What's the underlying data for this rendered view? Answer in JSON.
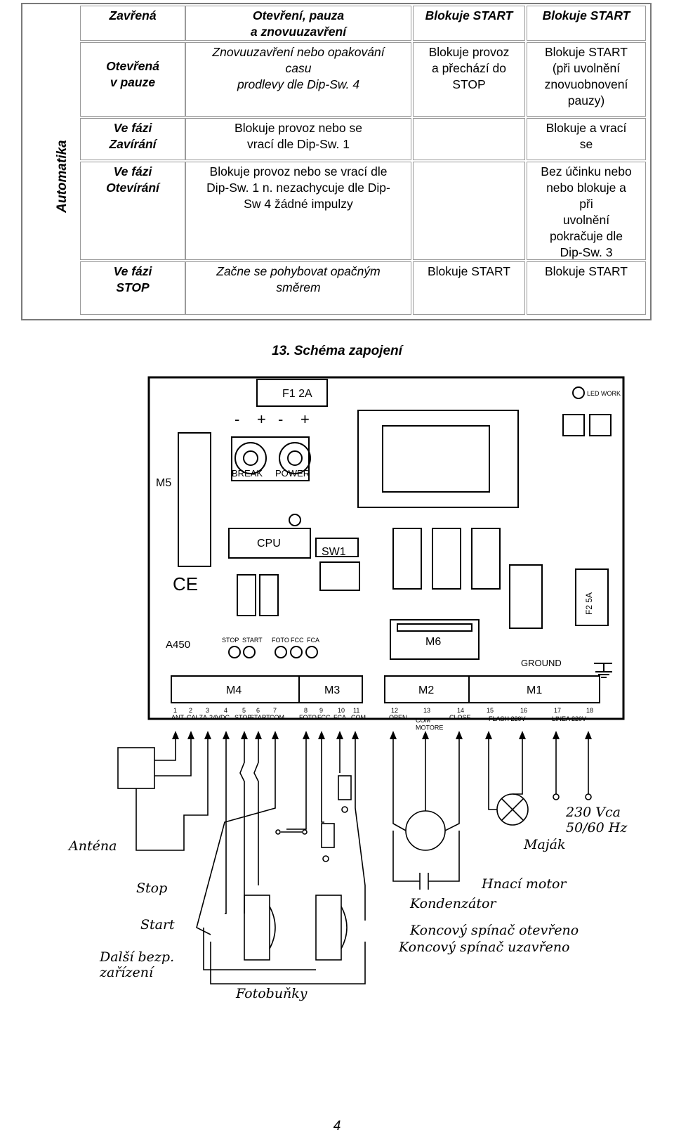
{
  "table": {
    "side_label": "Automatika",
    "rows": [
      {
        "state": "Zavřená",
        "col1": "Otevření, pauza\na znovuuzavření",
        "col2": "Blokuje START",
        "col3": "Blokuje START"
      },
      {
        "state": "Otevřená\nv pauze",
        "col1": "Znovuuzavření nebo opakování\ncasu\nprodlevy dle Dip-Sw. 4",
        "col2": "Blokuje provoz\na přechází do\nSTOP",
        "col3": "Blokuje START\n(při uvolnění\nznovuobnovení\npauzy)"
      },
      {
        "state": "Ve fázi\nZavírání",
        "col1": "Blokuje provoz nebo se\nvrací dle  Dip-Sw. 1",
        "col2": "",
        "col3": "Blokuje a vrací\nse"
      },
      {
        "state": "Ve fázi\nOtevírání",
        "col1": "Blokuje provoz nebo se   vrací dle\nDip-Sw. 1 n. nezachycuje dle Dip-\nSw 4 žádné impulzy",
        "col2": "",
        "col3": "Bez účinku nebo\nnebo blokuje a\npři\nuvolnění\npokračuje dle\nDip-Sw. 3"
      },
      {
        "state": "Ve fázi\nSTOP",
        "col1": "Začne se pohybovat opačným\nsměrem",
        "col2": "Blokuje START",
        "col3": "Blokuje START"
      }
    ]
  },
  "heading": "13. Schéma zapojení",
  "board": {
    "fuse1": "F1 2A",
    "fuse2": "F2 5A",
    "led": "LED WORK",
    "pot_signs": [
      "-",
      "+",
      "-",
      "+"
    ],
    "pot_labels": [
      "BREAK",
      "POWER"
    ],
    "m5": "M5",
    "cpu": "CPU",
    "sw1": "SW1",
    "ce": "CE",
    "model": "A450",
    "m6": "M6",
    "ground": "GROUND",
    "led_labels": [
      "STOP",
      "START",
      "FOTO",
      "FCC",
      "FCA"
    ],
    "blocks": [
      "M4",
      "M3",
      "M2",
      "M1"
    ],
    "terminal_numbers": [
      "1",
      "2",
      "3",
      "4",
      "5",
      "6",
      "7",
      "8",
      "9",
      "10",
      "11",
      "12",
      "13",
      "14",
      "15",
      "16",
      "17",
      "18"
    ],
    "terminal_labels": [
      "ANT. CALZA",
      "24VDC",
      "STOP",
      "START",
      "COM",
      "FOTO",
      "FCC",
      "FCA",
      "COM",
      "OPEN",
      "COM\nMOTORE",
      "CLOSE",
      "FLASH 220V",
      "LINEA 220V"
    ]
  },
  "wiring_labels": {
    "antenna": "Anténa",
    "stop": "Stop",
    "start": "Start",
    "other_safety": "Další bezp.\nzařízení",
    "photocells": "Fotobuňky",
    "supply": "230 Vca\n50/60 Hz",
    "beacon": "Maják",
    "motor": "Hnací motor",
    "capacitor": "Kondenzátor",
    "limit_open": "Koncový spínač  otevřeno",
    "limit_closed": "Koncový spínač  uzavřeno"
  },
  "page_number": "4"
}
